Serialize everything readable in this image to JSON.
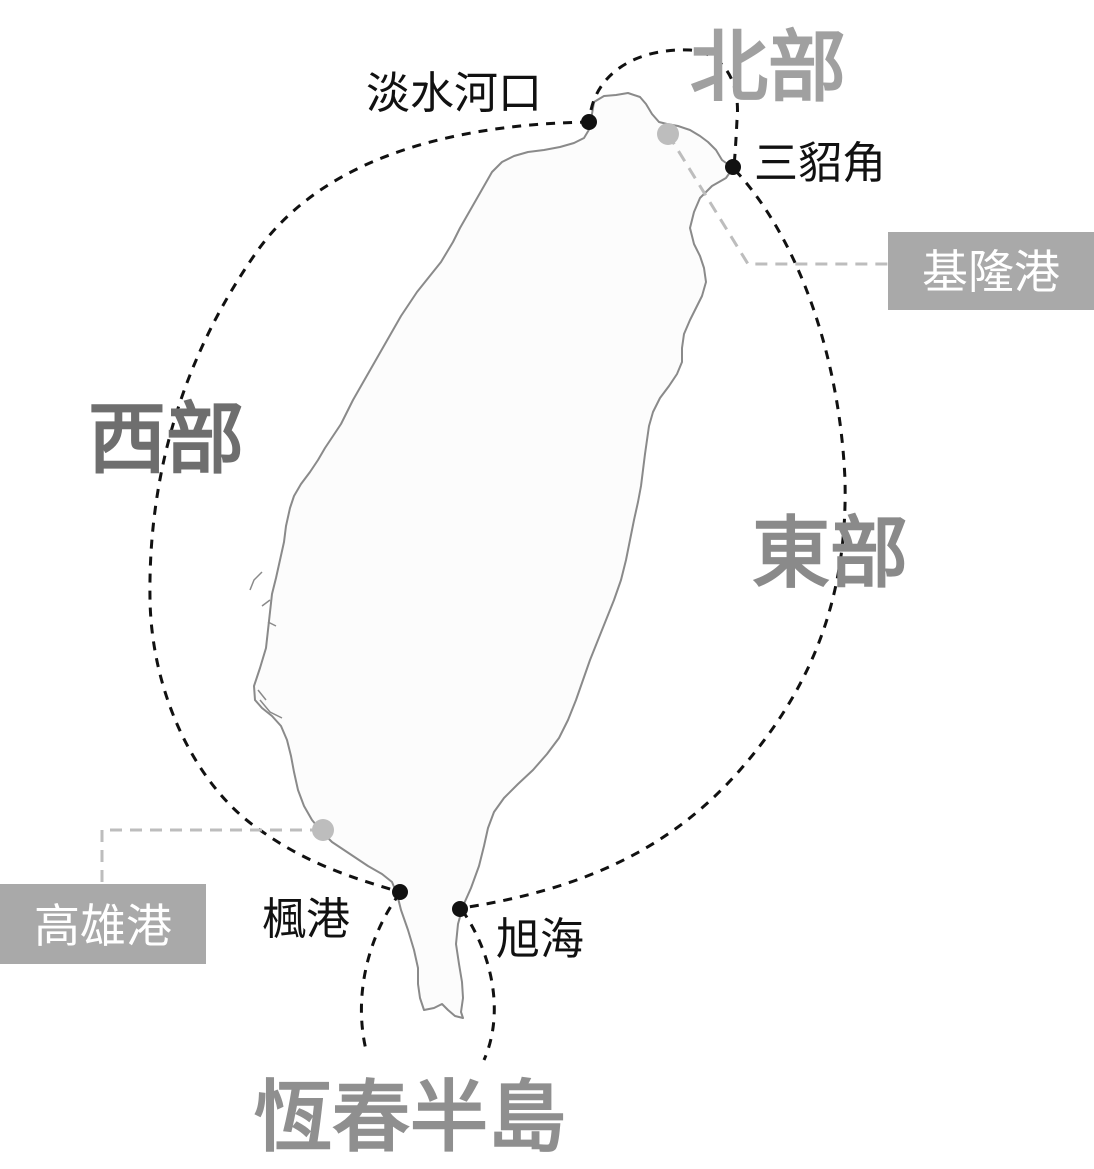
{
  "colors": {
    "land_fill": "#fcfcfc",
    "coastline": "#8a8a8a",
    "route": "#111111",
    "port_marker": "#bdbdbd",
    "port_badge": "#a9a9a9",
    "region_north": "#a0a0a0",
    "region_west": "#6e6e6e",
    "region_east": "#8a8a8a",
    "region_hengchun": "#8f8f8f"
  },
  "regions": {
    "north": "北部",
    "west": "西部",
    "east": "東部",
    "hengchun": "恆春半島"
  },
  "places": {
    "tamsui": "淡水河口",
    "sandiao": "三貂角",
    "fenggang": "楓港",
    "xuhai": "旭海"
  },
  "ports": {
    "keelung": "基隆港",
    "kaohsiung": "高雄港"
  }
}
